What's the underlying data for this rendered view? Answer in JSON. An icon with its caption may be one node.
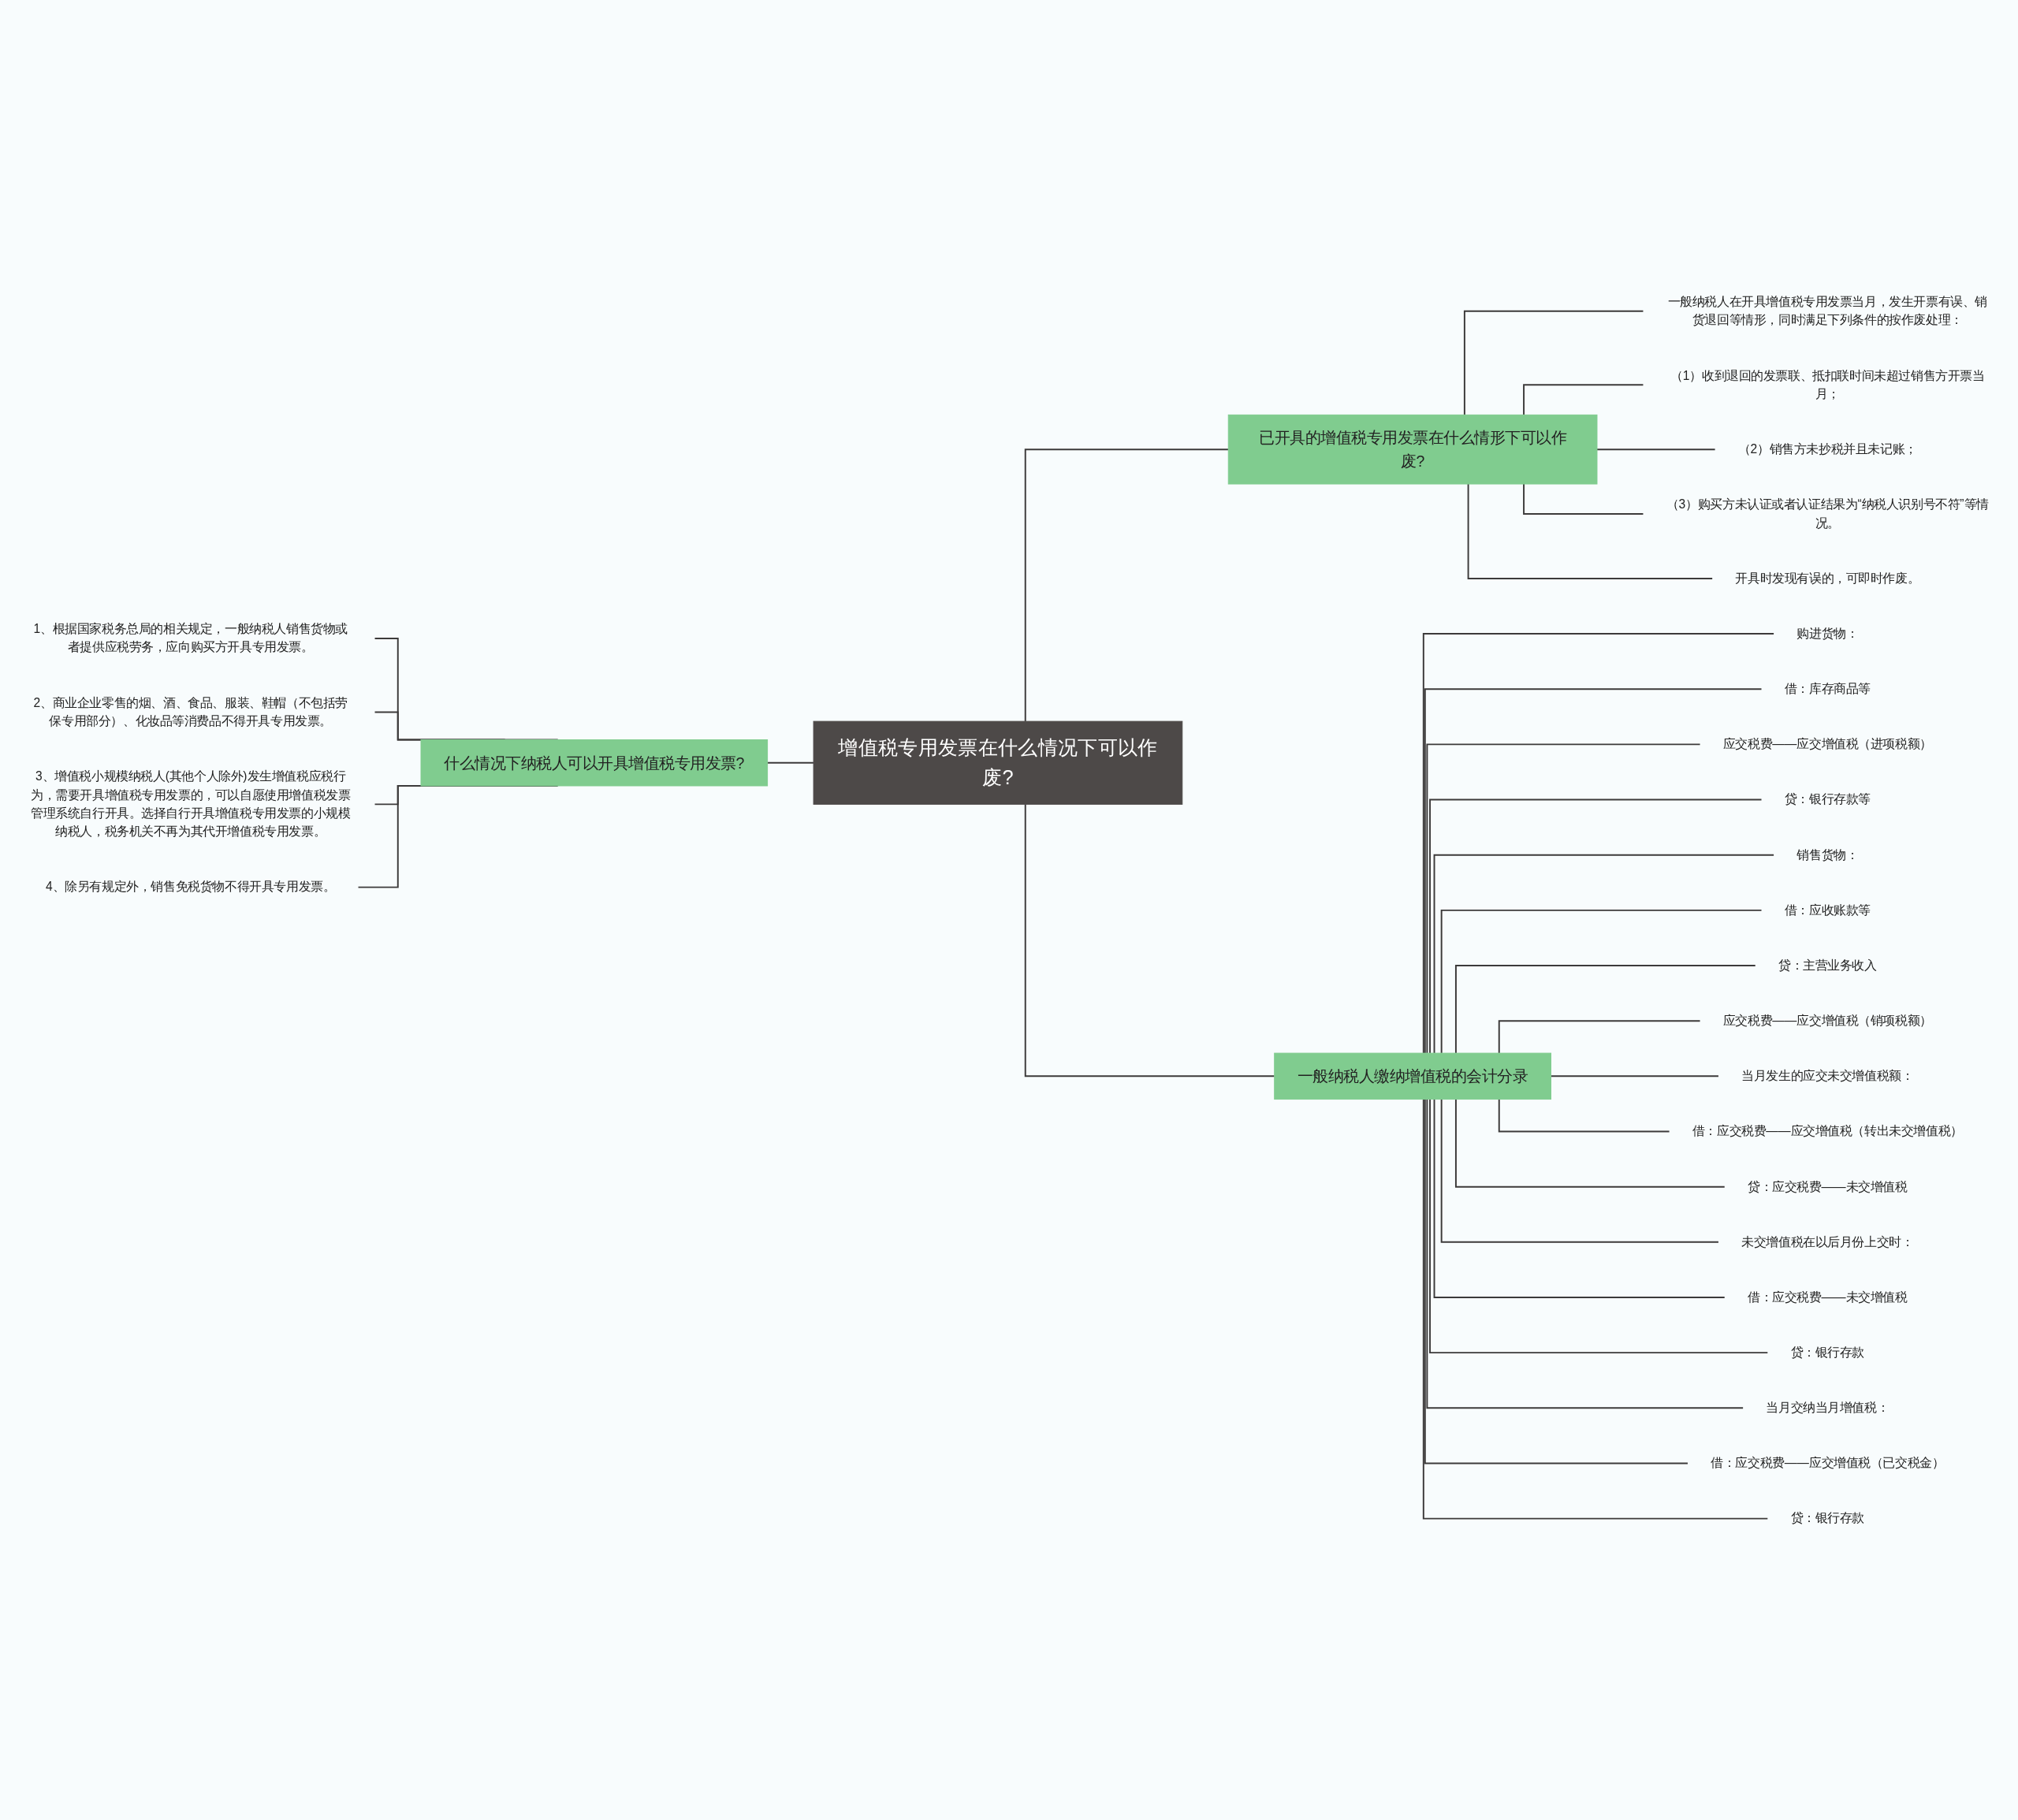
{
  "diagram": {
    "nodes": [
      {
        "text": [
          "增值税专用发票在什么情况下可以作废?"
        ]
      },
      {
        "text": [
          "什么情况下纳税人可以开具增值税专用发票?"
        ]
      },
      {
        "text": [
          "1、根据国家税务总局的相关规定，一般纳税人销售货物或者提供应税劳务，应向购买方开具专用发票。"
        ]
      },
      {
        "text": [
          "2、商业企业零售的烟、酒、食品、服装、鞋帽（不包括劳保专用部分）、化妆品等消费品不得开具专用发票。"
        ]
      },
      {
        "text": [
          "3、增值税小规模纳税人(其他个人除外)发生增值税应税行为，需要开具增值税专用发票的，可以自愿使用增值税发票管理系统自行开具。选择自行开具增值税专用发票的小规模纳税人，税务机关不再为其代开增值税专用发票。"
        ]
      },
      {
        "text": [
          "4、除另有规定外，销售免税货物不得开具专用发票。"
        ]
      },
      {
        "text": [
          "已开具的增值税专用发票在什么情形下可以作废?"
        ]
      },
      {
        "text": [
          "一般纳税人在开具增值税专用发票当月，发生开票有误、销货退回等情形，同时满足下列条件的按作废处理："
        ]
      },
      {
        "text": [
          "（1）收到退回的发票联、抵扣联时间未超过销售方开票当月；"
        ]
      },
      {
        "text": [
          "（2）销售方未抄税并且未记账；"
        ]
      },
      {
        "text": [
          "（3）购买方未认证或者认证结果为“纳税人识别号不符”等情况。"
        ]
      },
      {
        "text": [
          "开具时发现有误的，可即时作废。"
        ]
      },
      {
        "text": [
          "一般纳税人缴纳增值税的会计分录"
        ]
      },
      {
        "text": [
          "购进货物："
        ]
      },
      {
        "text": [
          "借：库存商品等"
        ]
      },
      {
        "text": [
          "应交税费——应交增值税（进项税额）"
        ]
      },
      {
        "text": [
          "贷：银行存款等"
        ]
      },
      {
        "text": [
          "销售货物："
        ]
      },
      {
        "text": [
          "借：应收账款等"
        ]
      },
      {
        "text": [
          "贷：主营业务收入"
        ]
      },
      {
        "text": [
          "应交税费——应交增值税（销项税额）"
        ]
      },
      {
        "text": [
          "当月发生的应交未交增值税额："
        ]
      },
      {
        "text": [
          "借：应交税费——应交增值税（转出未交增值税）"
        ]
      },
      {
        "text": [
          "贷：应交税费——未交增值税"
        ]
      },
      {
        "text": [
          "未交增值税在以后月份上交时："
        ]
      },
      {
        "text": [
          "借：应交税费——未交增值税"
        ]
      },
      {
        "text": [
          "贷：银行存款"
        ]
      },
      {
        "text": [
          "当月交纳当月增值税："
        ]
      },
      {
        "text": [
          "借：应交税费——应交增值税（已交税金）"
        ]
      },
      {
        "text": [
          "贷：银行存款"
        ]
      }
    ],
    "edges": [
      {
        "from": 0,
        "to": 1,
        "arrow": "none"
      },
      {
        "from": 1,
        "to": 2,
        "arrow": "none"
      },
      {
        "from": 1,
        "to": 3,
        "arrow": "none"
      },
      {
        "from": 1,
        "to": 4,
        "arrow": "none"
      },
      {
        "from": 1,
        "to": 5,
        "arrow": "none"
      },
      {
        "from": 0,
        "to": 6,
        "arrow": "none"
      },
      {
        "from": 6,
        "to": 7,
        "arrow": "none"
      },
      {
        "from": 6,
        "to": 8,
        "arrow": "none"
      },
      {
        "from": 6,
        "to": 9,
        "arrow": "none"
      },
      {
        "from": 6,
        "to": 10,
        "arrow": "none"
      },
      {
        "from": 6,
        "to": 11,
        "arrow": "none"
      },
      {
        "from": 0,
        "to": 12,
        "arrow": "none"
      },
      {
        "from": 12,
        "to": 13,
        "arrow": "none"
      },
      {
        "from": 12,
        "to": 14,
        "arrow": "none"
      },
      {
        "from": 12,
        "to": 15,
        "arrow": "none"
      },
      {
        "from": 12,
        "to": 16,
        "arrow": "none"
      },
      {
        "from": 12,
        "to": 17,
        "arrow": "none"
      },
      {
        "from": 12,
        "to": 18,
        "arrow": "none"
      },
      {
        "from": 12,
        "to": 19,
        "arrow": "none"
      },
      {
        "from": 12,
        "to": 20,
        "arrow": "none"
      },
      {
        "from": 12,
        "to": 21,
        "arrow": "none"
      },
      {
        "from": 12,
        "to": 22,
        "arrow": "none"
      },
      {
        "from": 12,
        "to": 23,
        "arrow": "none"
      },
      {
        "from": 12,
        "to": 24,
        "arrow": "none"
      },
      {
        "from": 12,
        "to": 25,
        "arrow": "none"
      },
      {
        "from": 12,
        "to": 26,
        "arrow": "none"
      },
      {
        "from": 12,
        "to": 27,
        "arrow": "none"
      },
      {
        "from": 12,
        "to": 28,
        "arrow": "none"
      },
      {
        "from": 12,
        "to": 29,
        "arrow": "none"
      }
    ]
  }
}
